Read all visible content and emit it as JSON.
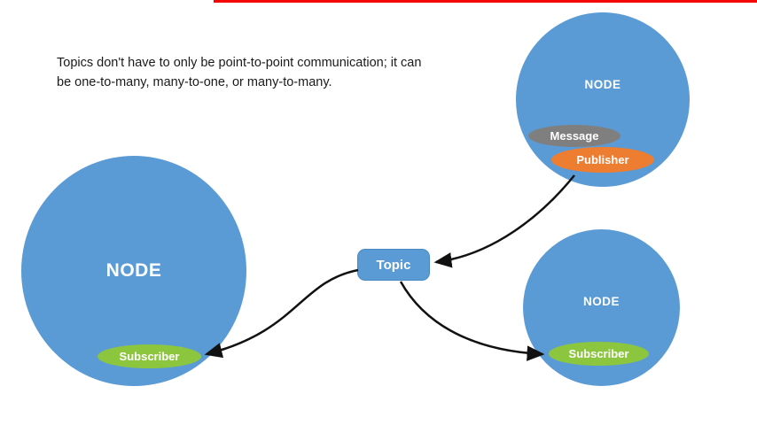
{
  "caption": {
    "text": "Topics don't have to only be point-to-point communication; it can be one-to-many, many-to-one, or many-to-many."
  },
  "topic": {
    "label": "Topic"
  },
  "nodes": {
    "left": {
      "label": "NODE",
      "subscriber": "Subscriber"
    },
    "top_right": {
      "label": "NODE",
      "message": "Message",
      "publisher": "Publisher"
    },
    "bottom_right": {
      "label": "NODE",
      "subscriber": "Subscriber"
    }
  },
  "colors": {
    "node_fill": "#5b9bd5",
    "topic_fill": "#5b9bd5",
    "subscriber_fill": "#8cc63f",
    "publisher_fill": "#ed7d31",
    "message_fill": "#7f7f7f",
    "arrow": "#111111",
    "top_line": "#f40404",
    "text": "#1a1a1a",
    "label_text": "#ffffff"
  }
}
